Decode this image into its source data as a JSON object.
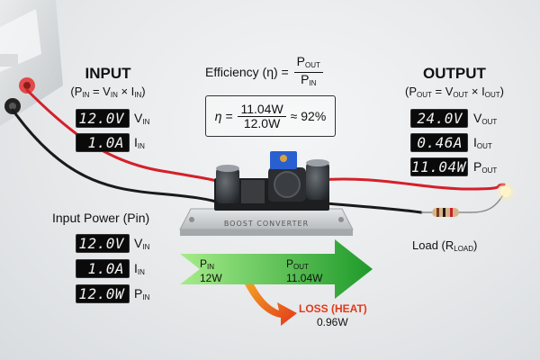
{
  "input": {
    "title": "INPUT",
    "formula_p": "(P",
    "formula_sub_in": "IN",
    "formula_mid": " = V",
    "formula_sub_in2": "IN",
    "formula_x": " × I",
    "formula_sub_in3": "IN",
    "formula_close": ")",
    "v_reading": "12.0V",
    "v_label": "V",
    "v_label_sub": "IN",
    "i_reading": "1.0A",
    "i_label": "I",
    "i_label_sub": "IN"
  },
  "output": {
    "title": "OUTPUT",
    "formula_p": "(P",
    "formula_sub_out": "OUT",
    "formula_mid": " = V",
    "formula_sub_out2": "OUT",
    "formula_x": " × I",
    "formula_sub_out3": "OUT",
    "formula_close": ")",
    "v_reading": "24.0V",
    "v_label": "V",
    "v_label_sub": "OUT",
    "i_reading": "0.46A",
    "i_label": "I",
    "i_label_sub": "OUT",
    "p_reading": "11.04W",
    "p_label": "P",
    "p_label_sub": "OUT"
  },
  "efficiency": {
    "title": "Efficiency (η) = ",
    "frac_num": "P",
    "frac_num_sub": "OUT",
    "frac_den": "P",
    "frac_den_sub": "IN",
    "eta": "η = ",
    "calc_num": "11.04W",
    "calc_den": "12.0W",
    "result": "≈ 92%"
  },
  "input_power": {
    "title": "Input Power (Pin)",
    "v_reading": "12.0V",
    "v_label": "V",
    "v_label_sub": "IN",
    "i_reading": "1.0A",
    "i_label": "I",
    "i_label_sub": "IN",
    "p_reading": "12.0W",
    "p_label": "P",
    "p_label_sub": "IN"
  },
  "board": {
    "label": "BOOST CONVERTER"
  },
  "flow": {
    "pin_label": "P",
    "pin_sub": "IN",
    "pin_value": "12W",
    "pout_label": "P",
    "pout_sub": "OUT",
    "pout_value": "11.04W",
    "loss_label": "LOSS (HEAT)",
    "loss_value": "0.96W"
  },
  "load": {
    "label": "Load (R",
    "label_sub": "LOAD",
    "label_close": ")"
  },
  "colors": {
    "wire_red": "#d4202a",
    "wire_black": "#1a1a1a",
    "arrow_green_start": "#8fe07a",
    "arrow_green_end": "#1f9c2a",
    "loss_red": "#e23a1a",
    "pcb_silver": "#cfd2d4"
  }
}
